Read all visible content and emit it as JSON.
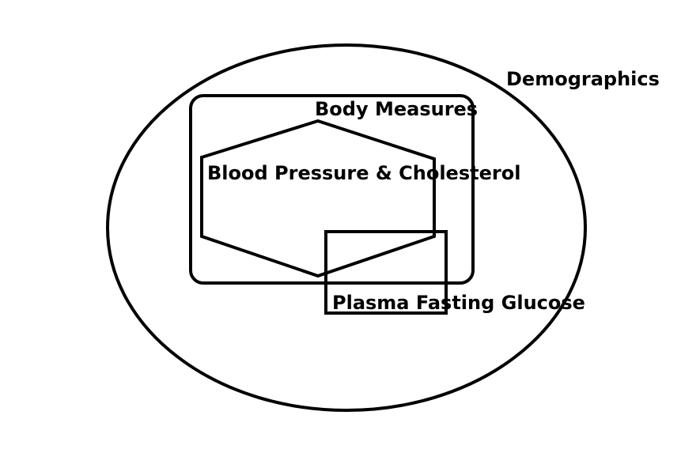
{
  "diagram": {
    "labels": {
      "demographics": "Demographics",
      "body_measures": "Body Measures",
      "blood_pressure_cholesterol": "Blood Pressure & Cholesterol",
      "plasma_fasting_glucose": "Plasma Fasting Glucose"
    },
    "colors": {
      "stroke": "#000000",
      "background": "#ffffff"
    }
  }
}
